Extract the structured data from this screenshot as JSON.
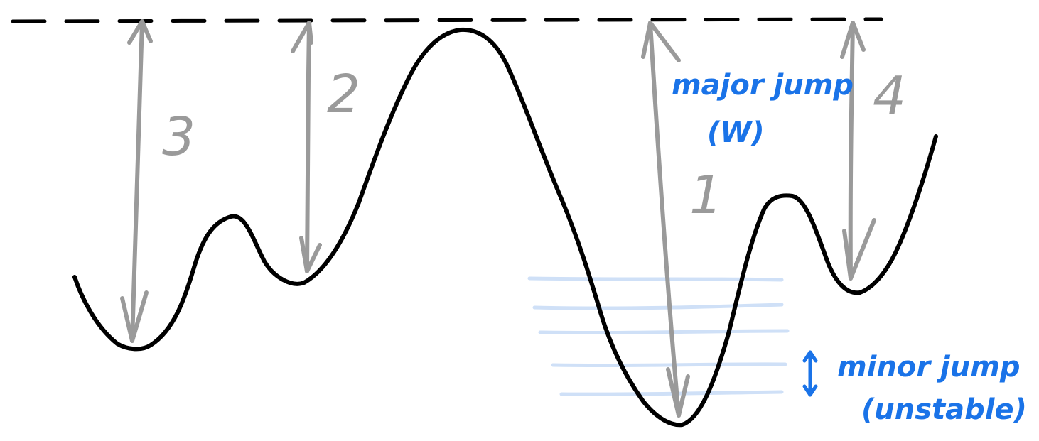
{
  "colors": {
    "curve": "#000000",
    "arrows": "#9a9a9a",
    "annotation": "#1a73e8",
    "levels": "#cfe0f7"
  },
  "labels": {
    "well_left": "3",
    "well_second": "2",
    "well_deep": "1",
    "well_right": "4",
    "major_line1": "major jump",
    "major_line2": "(W)",
    "minor_line1": "minor jump",
    "minor_line2": "(unstable)"
  }
}
